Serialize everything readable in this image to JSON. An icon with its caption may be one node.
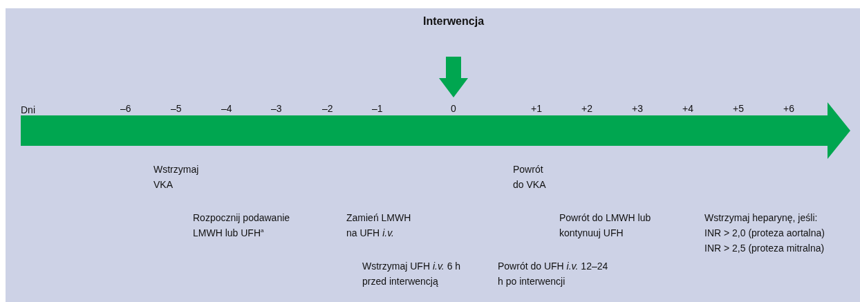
{
  "diagram": {
    "labels": [
      "Interwencja",
      "Dni",
      "–6",
      "–5",
      "–4",
      "–3",
      "–2",
      "–1",
      "0",
      "+1",
      "+2",
      "+3",
      "+4",
      "+5",
      "+6",
      "Wstrzymaj VKA",
      "Powrót do VKA",
      "Rozpocznij podawanie LMWH lub UFH$^{a}$",
      "Zamień LMWH na UFH *i.v.*",
      "Powrót do LMWH lub kontynuuj UFH",
      "Wstrzymaj heparynę, jeśli:",
      "INR > 2,0 (proteza aortalna)",
      "INR > 2,5 (proteza mitralna)",
      "Wstrzymaj UFH *i.v.* 6 h przed interwencją",
      "Powrót do UFH *i.v.* 12–24 h po interwencji"
    ]
  }
}
